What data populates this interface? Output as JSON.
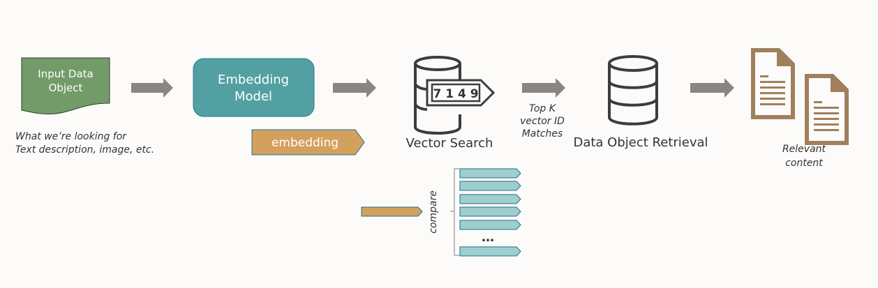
{
  "colors": {
    "background": "#fcfbfa",
    "input_object": "#739b6a",
    "embedding_model": "#52a0a2",
    "embedding_tag": "#d4a05e",
    "vector_bar": "#9ecfcd",
    "vector_border": "#1f6f87",
    "arrow": "#8a8580",
    "database_stroke": "#3c3c3c",
    "document": "#a07f5c"
  },
  "input": {
    "label_line1": "Input Data",
    "label_line2": "Object",
    "caption_line1": "What we’re looking for",
    "caption_line2": "Text description, image, etc."
  },
  "model": {
    "label_line1": "Embedding",
    "label_line2": "Model"
  },
  "embedding_tag": {
    "label": "embedding"
  },
  "vector_search": {
    "tag_value": "7 1 4 9",
    "label": "Vector Search"
  },
  "matches": {
    "line1": "Top K",
    "line2": "vector ID",
    "line3": "Matches"
  },
  "retrieval": {
    "label": "Data Object Retrieval"
  },
  "output": {
    "line1": "Relevant",
    "line2": "content"
  },
  "compare": {
    "label": "compare",
    "ellipsis": "…"
  },
  "icons": [
    "document-icon",
    "arrow-right-icon",
    "database-icon",
    "tag-icon",
    "documents-icon"
  ]
}
